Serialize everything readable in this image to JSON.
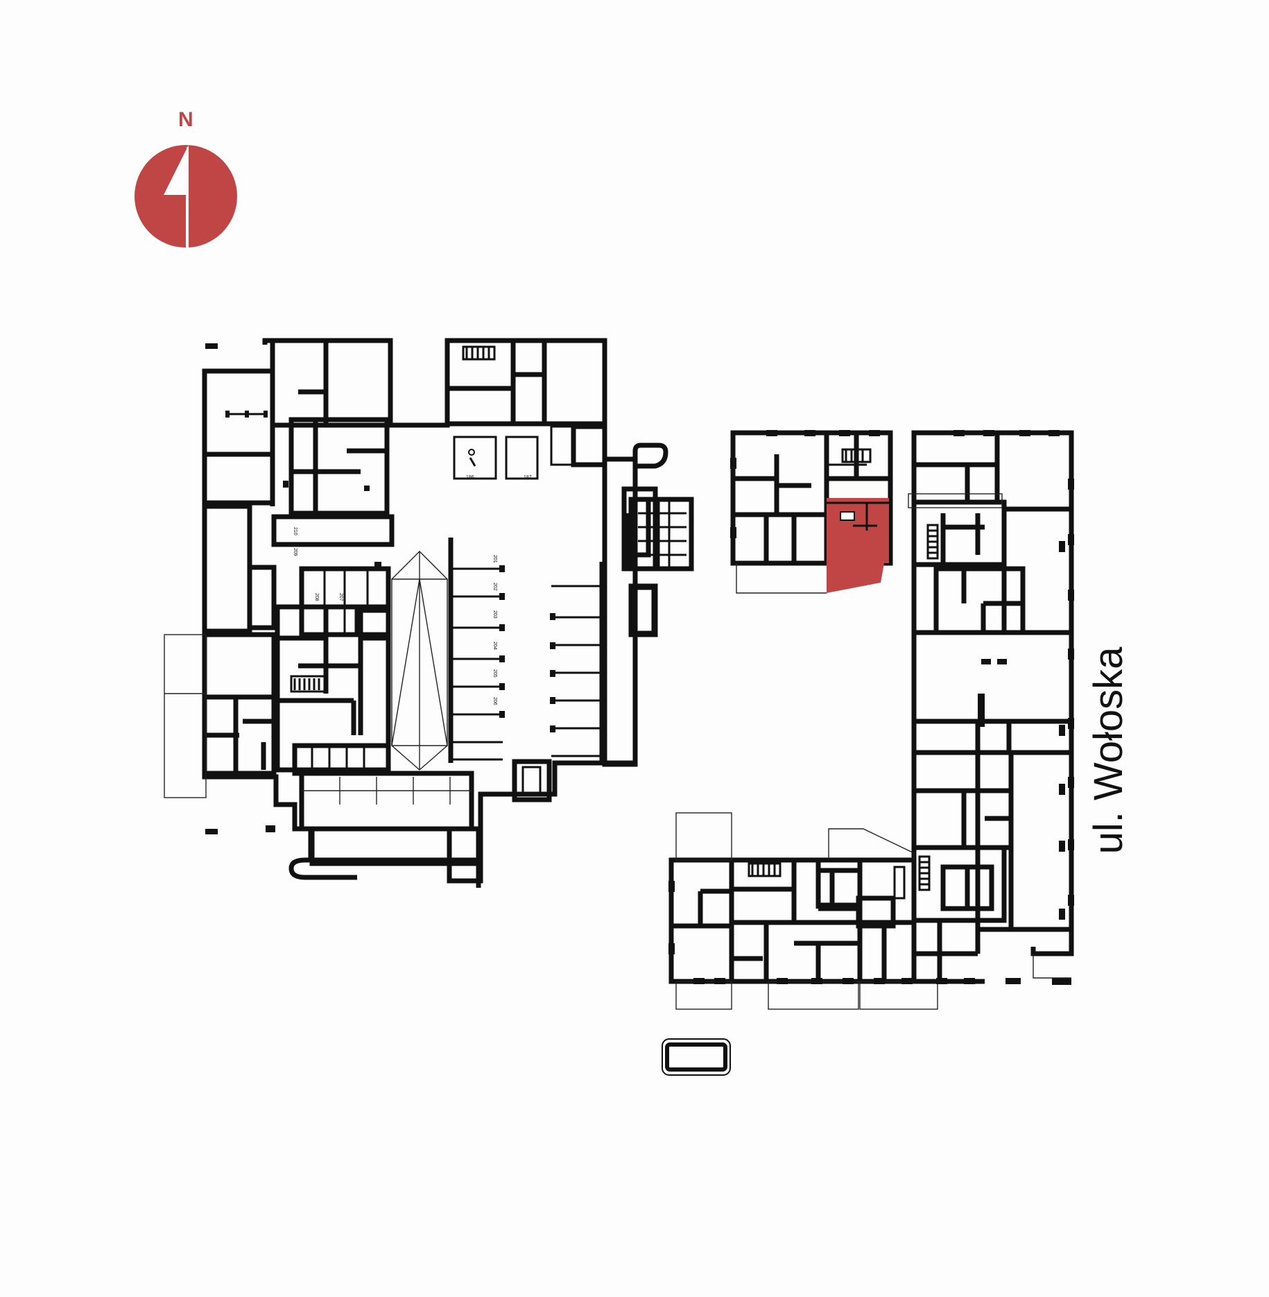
{
  "compass": {
    "letter": "N",
    "color": "#c04545"
  },
  "street_label": "ul. Wołoska",
  "highlight_color": "#c04545",
  "parking_labels": [
    "186",
    "187",
    "201",
    "202",
    "203",
    "204",
    "205",
    "206",
    "207",
    "208",
    "209",
    "210"
  ],
  "colors": {
    "wall": "#111111",
    "background": "#fdfdfd"
  }
}
